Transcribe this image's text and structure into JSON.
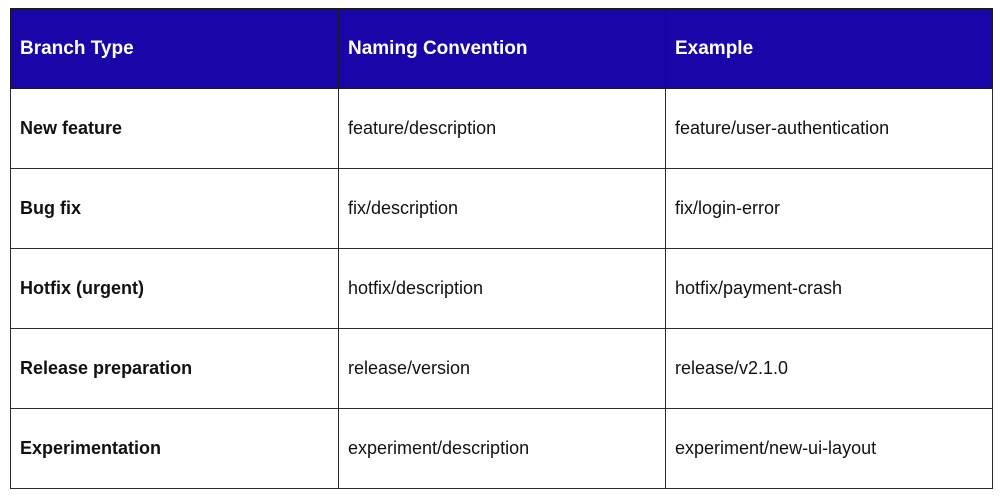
{
  "table": {
    "headers": [
      "Branch Type",
      "Naming Convention",
      "Example"
    ],
    "rows": [
      {
        "type": "New feature",
        "convention": "feature/description",
        "example": "feature/user-authentication"
      },
      {
        "type": "Bug fix",
        "convention": "fix/description",
        "example": "fix/login-error"
      },
      {
        "type": "Hotfix (urgent)",
        "convention": "hotfix/description",
        "example": "hotfix/payment-crash"
      },
      {
        "type": "Release preparation",
        "convention": "release/version",
        "example": "release/v2.1.0"
      },
      {
        "type": "Experimentation",
        "convention": "experiment/description",
        "example": "experiment/new-ui-layout"
      }
    ]
  },
  "colors": {
    "header_background": "#1a06a8",
    "header_text": "#ffffff",
    "border": "#2b2b2b"
  }
}
